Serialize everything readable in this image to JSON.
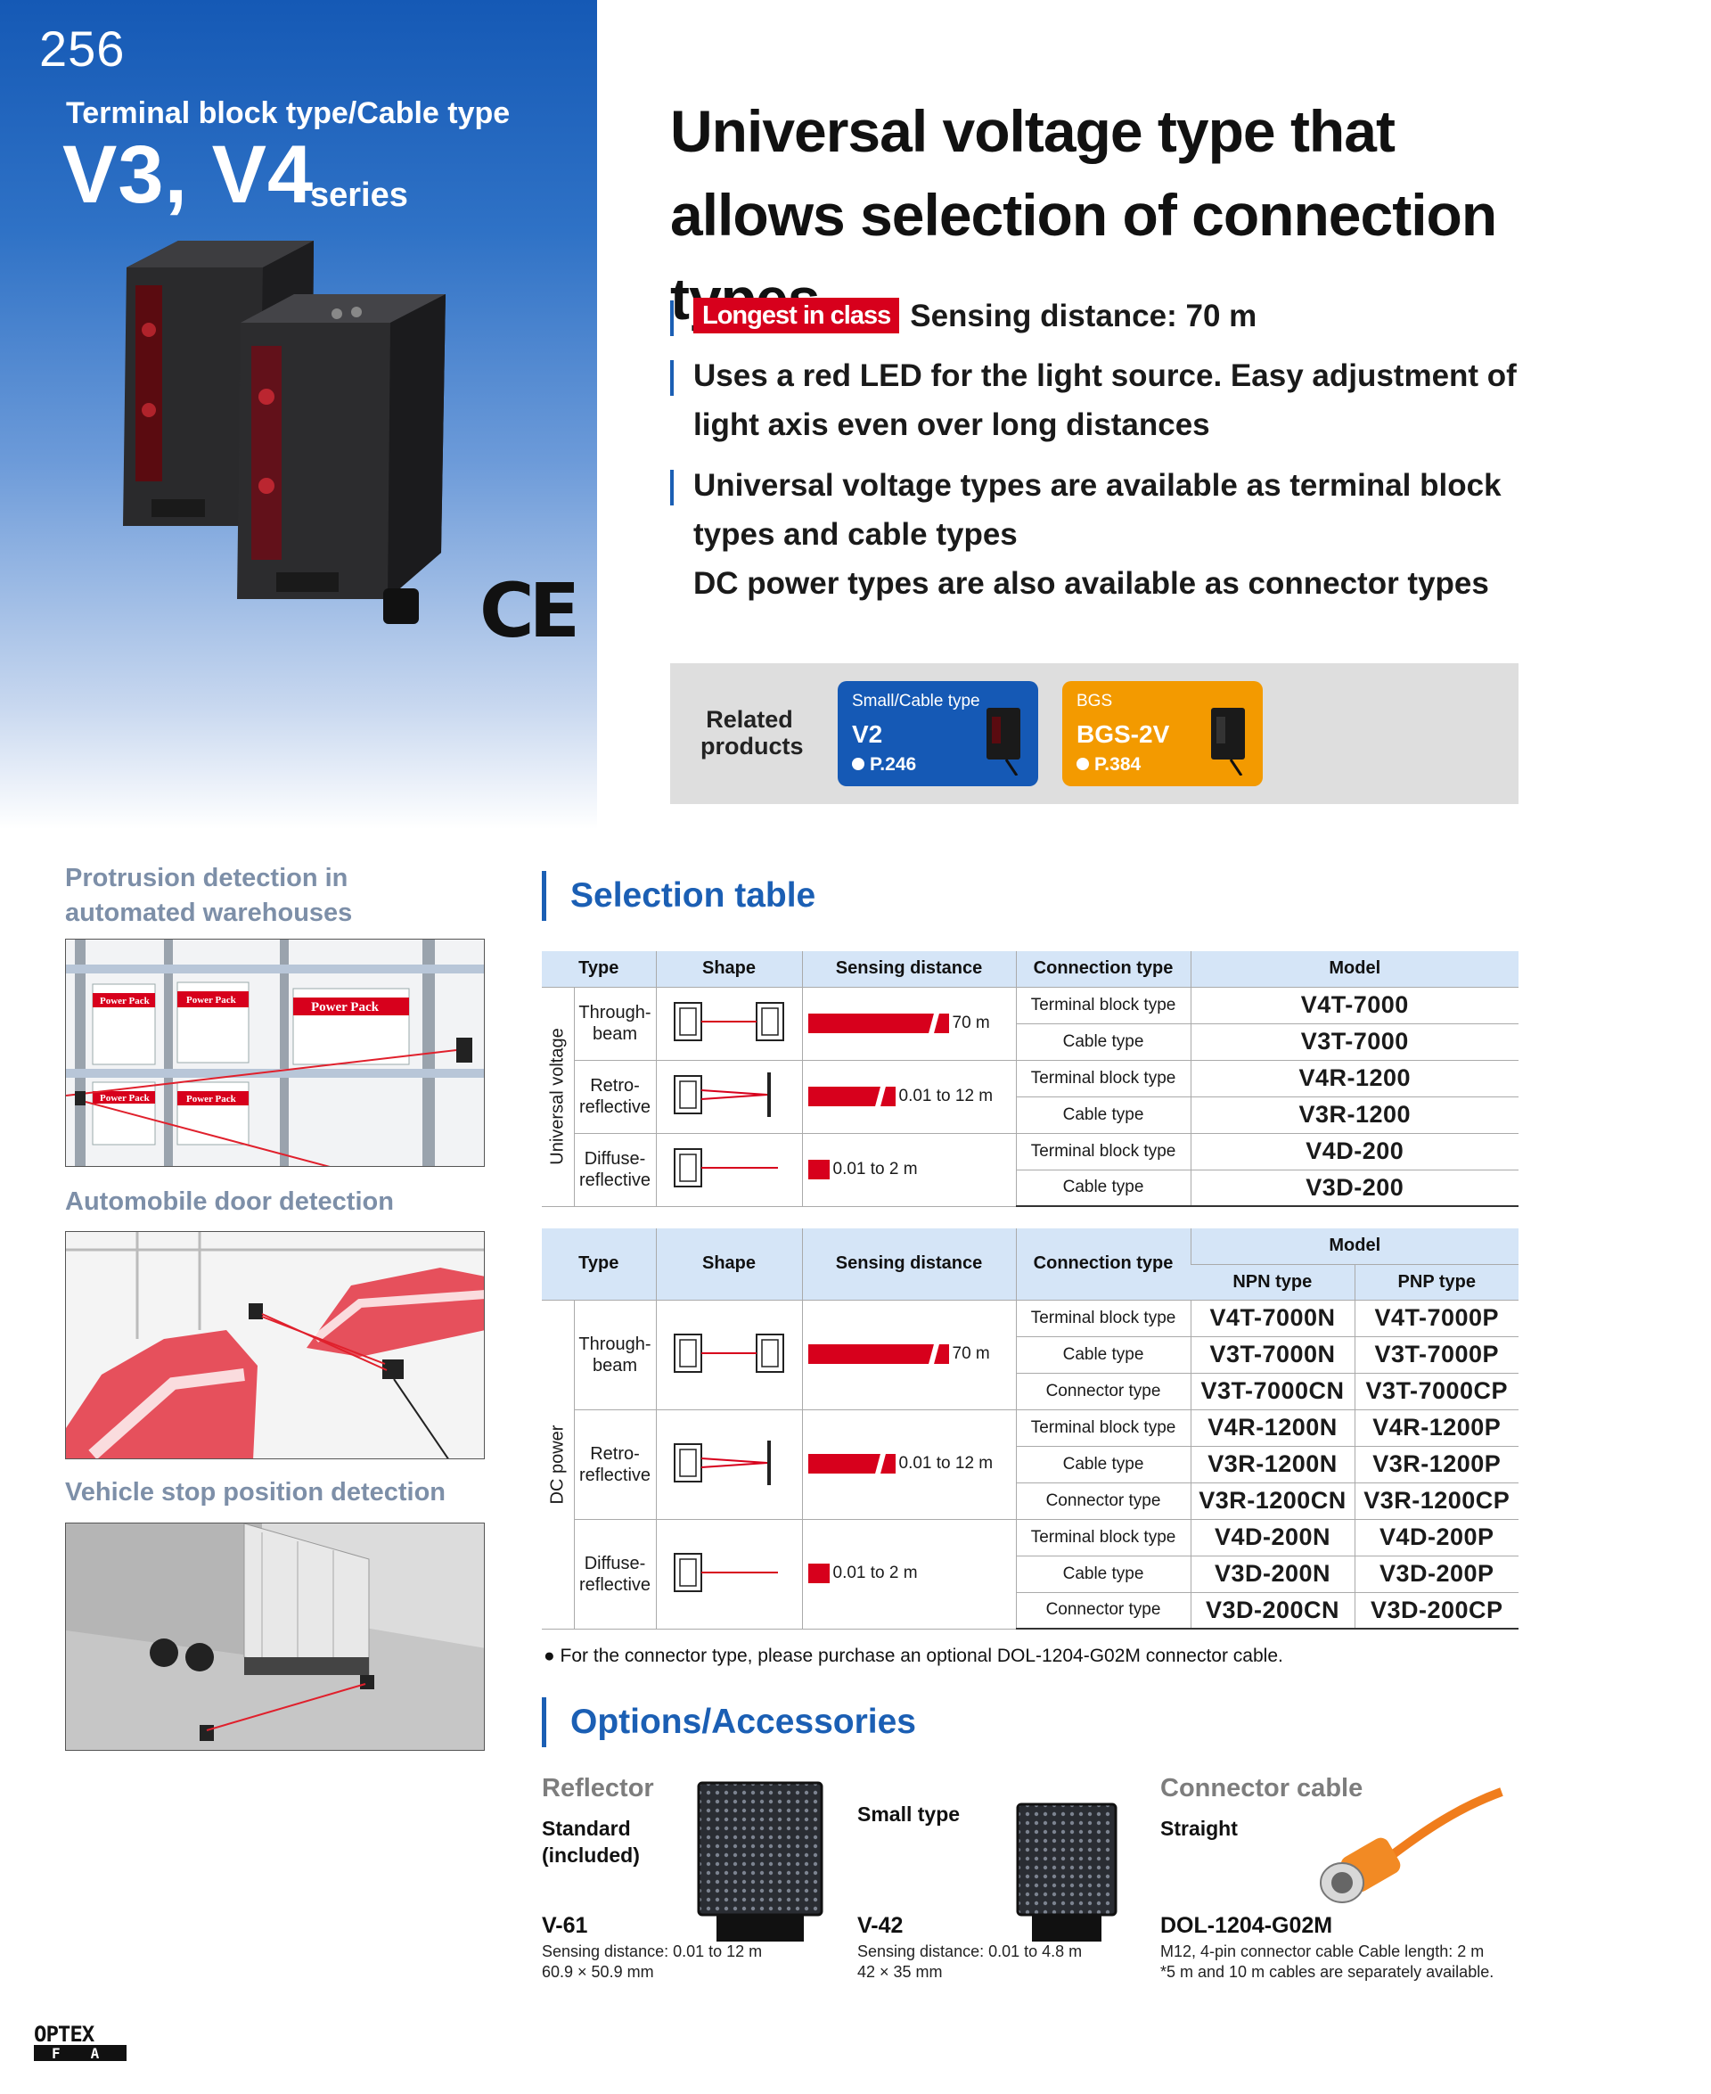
{
  "page_number": "256",
  "series": {
    "subtitle": "Terminal block type/Cable type",
    "name": "V3, V4",
    "word": "series"
  },
  "certification": "CE",
  "headline": "Universal voltage type that allows selection of connection types",
  "features": {
    "badge": "Longest in class",
    "f1": "Sensing distance: 70 m",
    "f2": "Uses a red LED for the light source. Easy adjustment of light axis even over long distances",
    "f3": "Universal voltage types are available as terminal block types and cable types",
    "f4": "DC power types are also available as connector types"
  },
  "related": {
    "label": "Related products",
    "cards": [
      {
        "category": "Small/Cable type",
        "model": "V2",
        "page": "P.246",
        "color": "#1559b5"
      },
      {
        "category": "BGS",
        "model": "BGS-2V",
        "page": "P.384",
        "color": "#f39a00"
      }
    ]
  },
  "applications": [
    {
      "title": "Protrusion detection in automated warehouses",
      "labels": [
        "Power Pack",
        "Power Pack",
        "Power Pack",
        "Power Pack",
        "Power Pack"
      ]
    },
    {
      "title": "Automobile door detection"
    },
    {
      "title": "Vehicle stop position detection"
    }
  ],
  "selection_table": {
    "heading": "Selection table",
    "headers": {
      "type": "Type",
      "shape": "Shape",
      "distance": "Sensing distance",
      "connection": "Connection type",
      "model": "Model",
      "npn": "NPN type",
      "pnp": "PNP type"
    },
    "sensor_types": {
      "through": "Through-\nbeam",
      "retro": "Retro-\nreflective",
      "diffuse": "Diffuse-\nreflective"
    },
    "distances": {
      "through": "70 m",
      "retro": "0.01 to 12 m",
      "diffuse": "0.01 to 2 m"
    },
    "connections": {
      "terminal": "Terminal block type",
      "cable": "Cable type",
      "connector": "Connector type"
    },
    "universal": {
      "group_label": "Universal voltage",
      "models": [
        "V4T-7000",
        "V3T-7000",
        "V4R-1200",
        "V3R-1200",
        "V4D-200",
        "V3D-200"
      ]
    },
    "dc": {
      "group_label": "DC power",
      "npn": [
        "V4T-7000N",
        "V3T-7000N",
        "V3T-7000CN",
        "V4R-1200N",
        "V3R-1200N",
        "V3R-1200CN",
        "V4D-200N",
        "V3D-200N",
        "V3D-200CN"
      ],
      "pnp": [
        "V4T-7000P",
        "V3T-7000P",
        "V3T-7000CP",
        "V4R-1200P",
        "V3R-1200P",
        "V3R-1200CP",
        "V4D-200P",
        "V3D-200P",
        "V3D-200CP"
      ]
    },
    "note": "● For the connector type, please purchase an optional DOL-1204-G02M connector cable."
  },
  "accessories": {
    "heading": "Options/Accessories",
    "reflector_title": "Reflector",
    "standard": {
      "label": "Standard\n(included)",
      "model": "V-61",
      "spec1": "Sensing distance: 0.01 to 12 m",
      "spec2": "60.9 × 50.9 mm"
    },
    "small": {
      "label": "Small type",
      "model": "V-42",
      "spec1": "Sensing distance: 0.01 to 4.8 m",
      "spec2": "42 × 35 mm"
    },
    "cable_title": "Connector cable",
    "cable": {
      "label": "Straight",
      "model": "DOL-1204-G02M",
      "spec1": "M12, 4-pin connector cable  Cable length: 2 m",
      "spec2": "*5 m and 10 m cables are separately available."
    }
  },
  "logo": {
    "top": "OPTEX",
    "bottom": "FA"
  }
}
